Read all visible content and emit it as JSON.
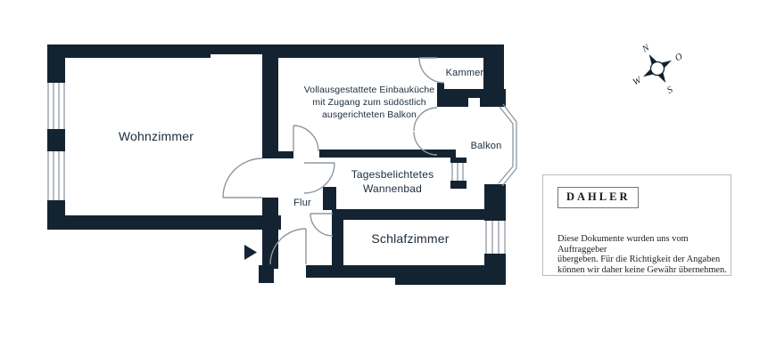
{
  "plan": {
    "rooms": {
      "wohnzimmer": "Wohnzimmer",
      "kammer": "Kammer",
      "balkon": "Balkon",
      "bad_line1": "Tagesbelichtetes",
      "bad_line2": "Wannenbad",
      "flur": "Flur",
      "schlafzimmer": "Schlafzimmer"
    },
    "kitchen_note": {
      "line1": "Vollausgestattete Einbauküche",
      "line2": "mit Zugang zum südöstlich",
      "line3": "ausgerichteten Balkon"
    }
  },
  "compass": {
    "n": "N",
    "o": "O",
    "s": "S",
    "w": "W"
  },
  "disclaimer": {
    "brand": "DAHLER",
    "lines": {
      "0": "Diese Dokumente wurden uns vom Auftraggeber",
      "1": "übergeben. Für die Richtigkeit der Angaben",
      "2": "können wir daher keine Gewähr übernehmen."
    }
  },
  "colors": {
    "wall": "#132331",
    "door_line": "#8d98a1",
    "window_line": "#707b85",
    "label_text": "#1c2b3a"
  }
}
